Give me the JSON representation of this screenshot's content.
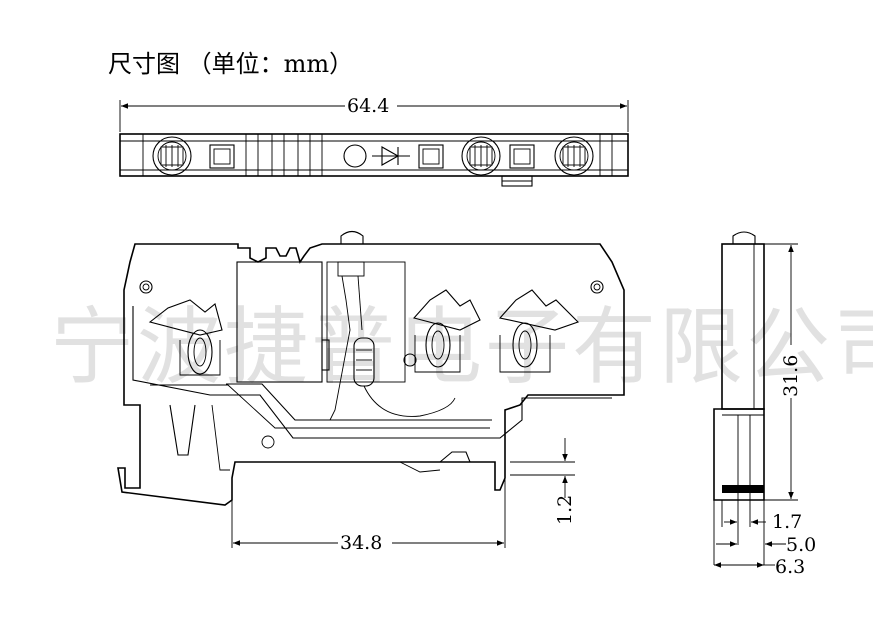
{
  "title": "尺寸图 （单位：mm）",
  "watermark": "宁波捷普电子有限公司",
  "dimensions": {
    "total_length": "64.4",
    "base_width": "34.8",
    "base_offset": "1.2",
    "height": "31.6",
    "dim_a": "1.7",
    "dim_b": "5.0",
    "dim_c": "6.3"
  }
}
